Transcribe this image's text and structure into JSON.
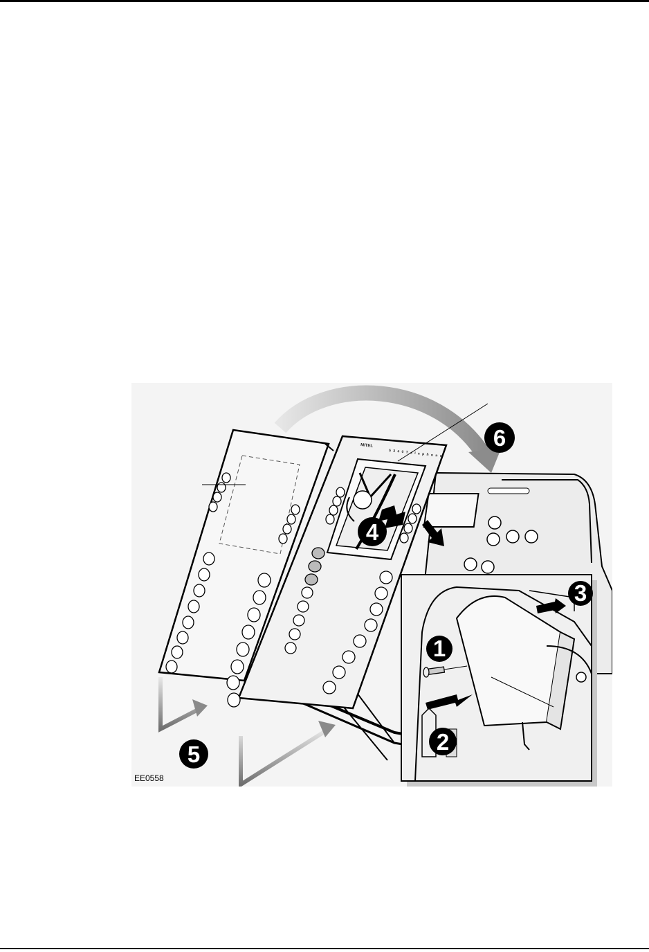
{
  "figure": {
    "id_label": "EE0558",
    "brand": "MITEL",
    "model": "5 3 4 0   T e l e p h o n e",
    "steps": [
      "1",
      "2",
      "3",
      "4",
      "5",
      "6"
    ]
  },
  "colors": {
    "line": "#000000",
    "arrow_gray": "#9a9a9a",
    "panel_fill": "#f2f2f2",
    "shadow": "#c8c8c8"
  }
}
